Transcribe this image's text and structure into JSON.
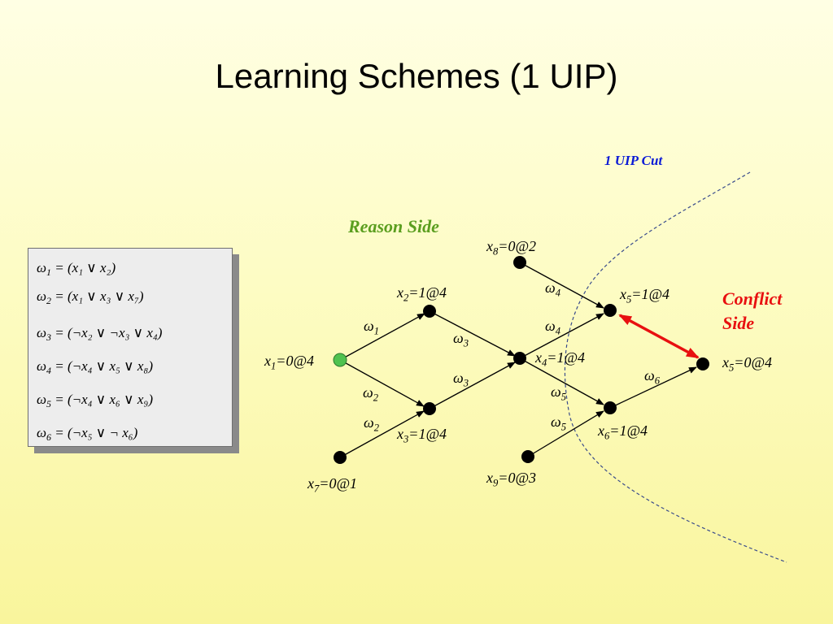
{
  "slide": {
    "title": "Learning Schemes (1 UIP)"
  },
  "clauses": [
    {
      "name": "ω",
      "sub": "1",
      "body": "= (x₁ ∨ x₂)"
    },
    {
      "name": "ω",
      "sub": "2",
      "body": "= (x₁ ∨ x₃ ∨ x₇)"
    },
    {
      "name": "ω",
      "sub": "3",
      "body": "= (¬x₂ ∨ ¬x₃ ∨ x₄)"
    },
    {
      "name": "ω",
      "sub": "4",
      "body": "= (¬x₄ ∨ x₅ ∨ x₈)"
    },
    {
      "name": "ω",
      "sub": "5",
      "body": "= (¬x₄ ∨ x₆ ∨ x₉)"
    },
    {
      "name": "ω",
      "sub": "6",
      "body": "= (¬x₅ ∨ ¬ x₆)"
    }
  ],
  "labels": {
    "reason_side": "Reason Side",
    "conflict_side_line1": "Conflict",
    "conflict_side_line2": "Side",
    "uip_cut": "1 UIP Cut"
  },
  "nodes": {
    "x1": {
      "var": "x",
      "sub": "1",
      "assign": "=0@4"
    },
    "x2": {
      "var": "x",
      "sub": "2",
      "assign": "=1@4"
    },
    "x3": {
      "var": "x",
      "sub": "3",
      "assign": "=1@4"
    },
    "x4": {
      "var": "x",
      "sub": "4",
      "assign": "=1@4"
    },
    "x5a": {
      "var": "x",
      "sub": "5",
      "assign": "=1@4"
    },
    "x5b": {
      "var": "x",
      "sub": "5",
      "assign": "=0@4"
    },
    "x6": {
      "var": "x",
      "sub": "6",
      "assign": "=1@4"
    },
    "x7": {
      "var": "x",
      "sub": "7",
      "assign": "=0@1"
    },
    "x8": {
      "var": "x",
      "sub": "8",
      "assign": "=0@2"
    },
    "x9": {
      "var": "x",
      "sub": "9",
      "assign": "=0@3"
    }
  },
  "edge_labels": {
    "w1": {
      "sym": "ω",
      "sub": "1"
    },
    "w2a": {
      "sym": "ω",
      "sub": "2"
    },
    "w2b": {
      "sym": "ω",
      "sub": "2"
    },
    "w3a": {
      "sym": "ω",
      "sub": "3"
    },
    "w3b": {
      "sym": "ω",
      "sub": "3"
    },
    "w4a": {
      "sym": "ω",
      "sub": "4"
    },
    "w4b": {
      "sym": "ω",
      "sub": "4"
    },
    "w5a": {
      "sym": "ω",
      "sub": "5"
    },
    "w5b": {
      "sym": "ω",
      "sub": "5"
    },
    "w6": {
      "sym": "ω",
      "sub": "6"
    }
  },
  "colors": {
    "decision_node": "#4fc24f",
    "implied_node": "#000000",
    "reason_side": "#5b9e1f",
    "conflict_side": "#e81010",
    "uip_cut": "#0a1ad6",
    "cut_line": "#3a4c8c"
  }
}
